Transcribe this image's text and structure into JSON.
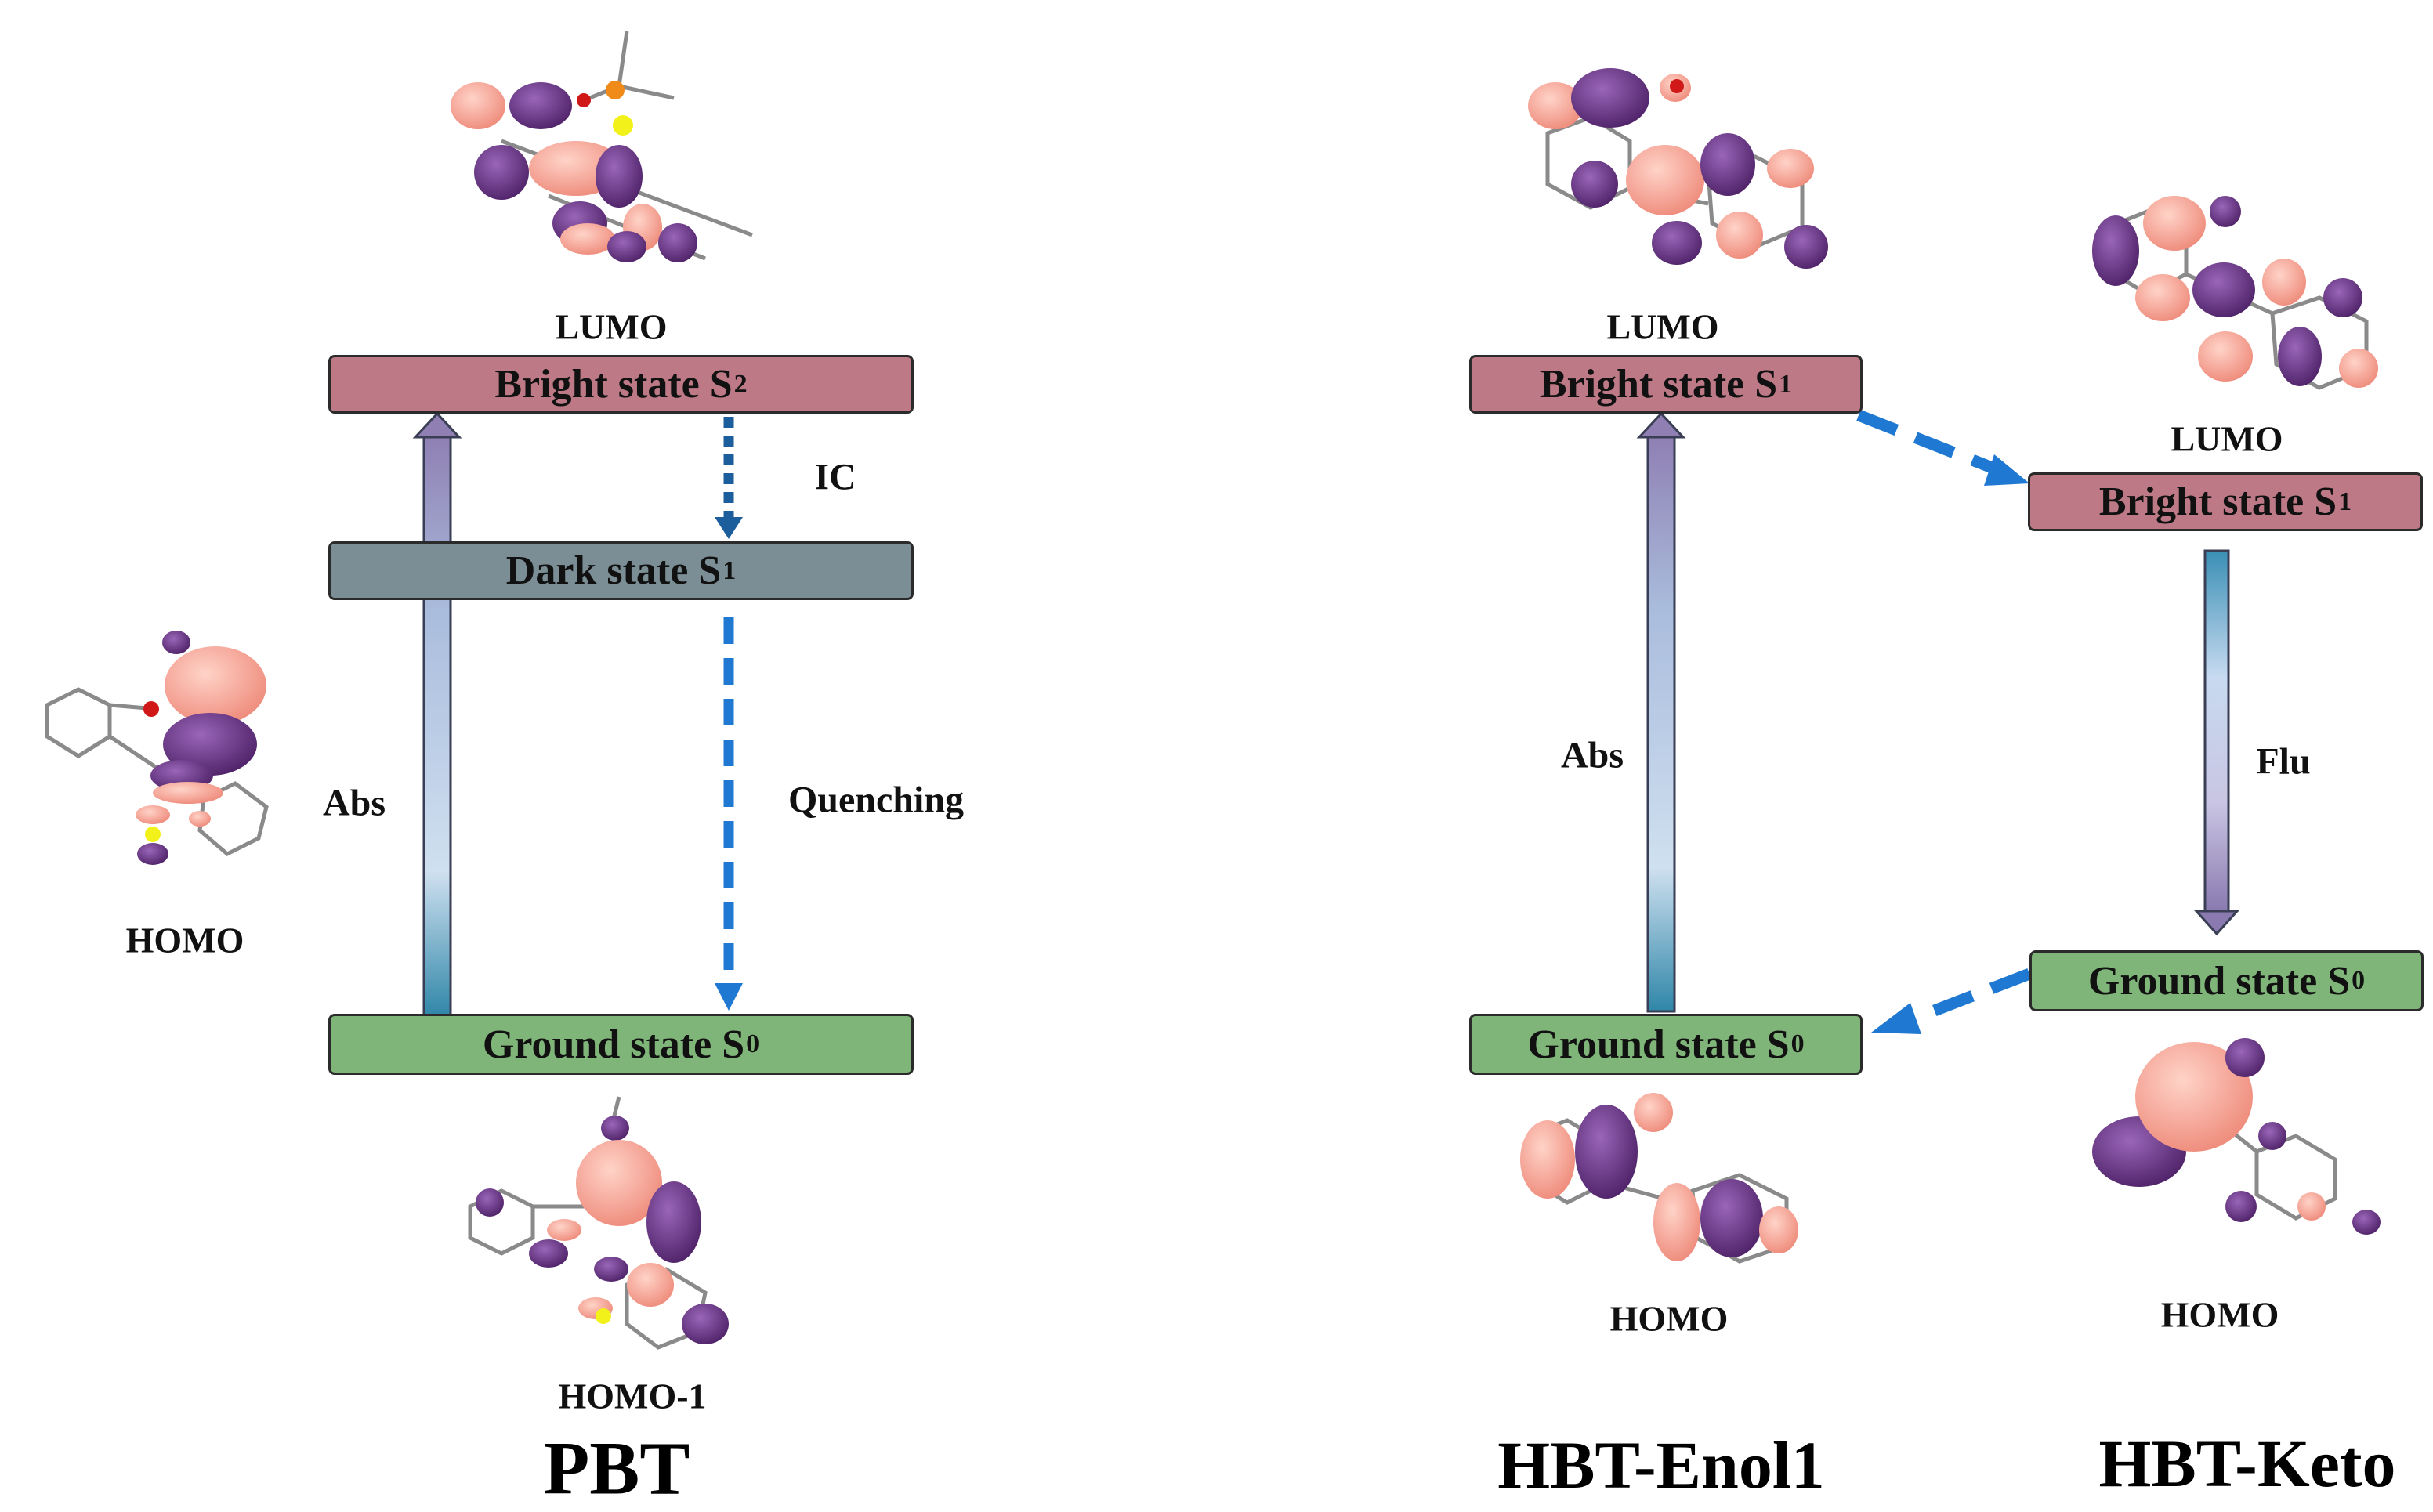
{
  "panels": {
    "pbt": "PBT",
    "enol": "HBT-Enol1",
    "keto": "HBT-Keto"
  },
  "states": {
    "pbt_bright": {
      "text": "Bright state S",
      "sub": "2"
    },
    "pbt_dark": {
      "text": "Dark state S",
      "sub": "1"
    },
    "pbt_ground": {
      "text": "Ground state S",
      "sub": "0"
    },
    "enol_bright": {
      "text": "Bright state S",
      "sub": "1"
    },
    "enol_ground": {
      "text": "Ground state S",
      "sub": "0"
    },
    "keto_bright": {
      "text": "Bright state S",
      "sub": "1"
    },
    "keto_ground": {
      "text": "Ground state S",
      "sub": "0"
    }
  },
  "orbitals": {
    "pbt_lumo": "LUMO",
    "pbt_homo": "HOMO",
    "pbt_homo1": "HOMO-1",
    "enol_lumo": "LUMO",
    "enol_homo": "HOMO",
    "keto_lumo": "LUMO",
    "keto_homo": "HOMO"
  },
  "transitions": {
    "pbt_abs": "Abs",
    "pbt_ic": "IC",
    "pbt_quench": "Quenching",
    "enol_abs": "Abs",
    "keto_flu": "Flu"
  },
  "colors": {
    "bright": "#bd7a86",
    "dark": "#7b8e95",
    "ground": "#80b57a",
    "arrow_blue": "#1f78d1",
    "lobe_pink": "#f5a393",
    "lobe_purple": "#6e3a8c"
  }
}
